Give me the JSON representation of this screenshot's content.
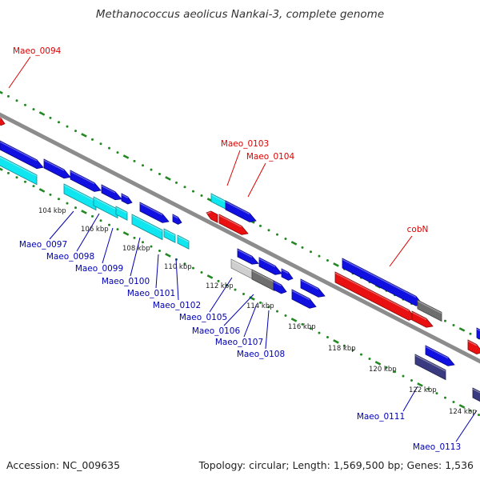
{
  "title": "Methanococcus aeolicus Nankai-3, complete genome",
  "footer": {
    "accession": "Accession: NC_009635",
    "summary": "Topology: circular; Length: 1,569,500 bp; Genes: 1,536"
  },
  "colors": {
    "backbone": "#8c8c8c",
    "blue": "#1010e0",
    "cyan": "#10e6f0",
    "red": "#e81010",
    "gray": "#6e6e6e",
    "light_gray": "#cfcfcf",
    "slate": "#3a3a80",
    "tick_green": "#228822",
    "label_red": "#dd0000",
    "label_blue": "#0000b0"
  },
  "ticks": [
    "104 kbp",
    "106 kbp",
    "108 kbp",
    "110 kbp",
    "112 kbp",
    "114 kbp",
    "116 kbp",
    "118 kbp",
    "120 kbp",
    "122 kbp",
    "124 kbp"
  ],
  "labels_top": [
    "Maeo_0094",
    "Maeo_0103",
    "Maeo_0104",
    "cobN"
  ],
  "labels_bottom": [
    "Maeo_0097",
    "Maeo_0098",
    "Maeo_0099",
    "Maeo_0100",
    "Maeo_0101",
    "Maeo_0102",
    "Maeo_0105",
    "Maeo_0106",
    "Maeo_0107",
    "Maeo_0108",
    "Maeo_0111",
    "Maeo_0113"
  ]
}
